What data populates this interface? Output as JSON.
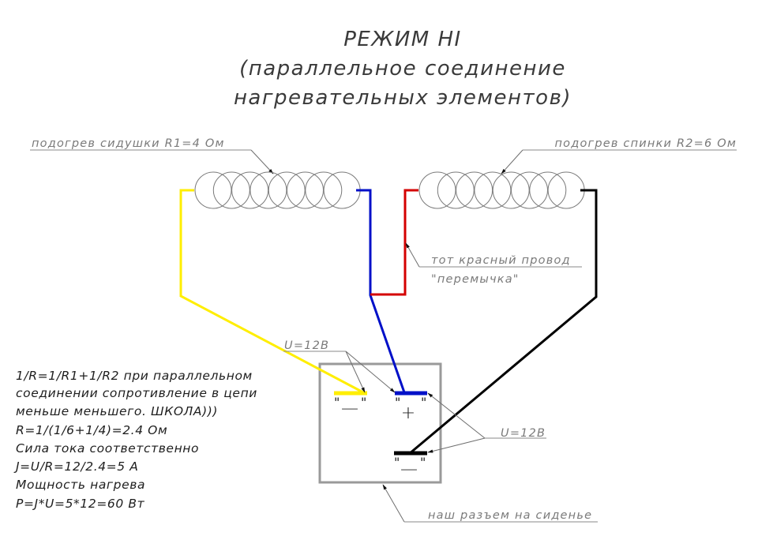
{
  "title": {
    "lines": [
      "РЕЖИМ HI",
      "(параллельное соединение",
      "нагревательных элементов)"
    ]
  },
  "heaters": {
    "seat": {
      "label": "подогрев сидушки R1=4  Ом",
      "resistance_ohm": 4
    },
    "back": {
      "label": "подогрев спинки R2=6  Ом",
      "resistance_ohm": 6
    }
  },
  "jumper": {
    "label_line1": "тот красный провод",
    "label_line2": "\"перемычка\""
  },
  "voltage_labels": {
    "top": "U=12B",
    "right": "U=12B"
  },
  "connector": {
    "label": "наш разъем на сиденье",
    "terminals": [
      {
        "id": "minus-left",
        "quote": "\"   \"",
        "sign": "—",
        "color": "#ffee00"
      },
      {
        "id": "plus",
        "quote": "\"   \"",
        "sign": "+",
        "color": "#0010c8"
      },
      {
        "id": "minus-bottom",
        "quote": "\"   \"",
        "sign": "—",
        "color": "#000000"
      }
    ]
  },
  "wire_colors": {
    "yellow": "#ffee00",
    "blue": "#0010c8",
    "red": "#d40000",
    "black": "#000000",
    "box": "#9a9a9a"
  },
  "notes": [
    "1/R=1/R1+1/R2  при  параллельном",
    "соединении  сопротивление  в  цепи",
    "меньше  меньшего.  ШКОЛА)))",
    "R=1/(1/6+1/4)=2.4  Ом",
    "Сила  тока  соответственно",
    "J=U/R=12/2.4=5  A",
    "Мощность  нагрева",
    "P=J*U=5*12=60  Вт"
  ]
}
